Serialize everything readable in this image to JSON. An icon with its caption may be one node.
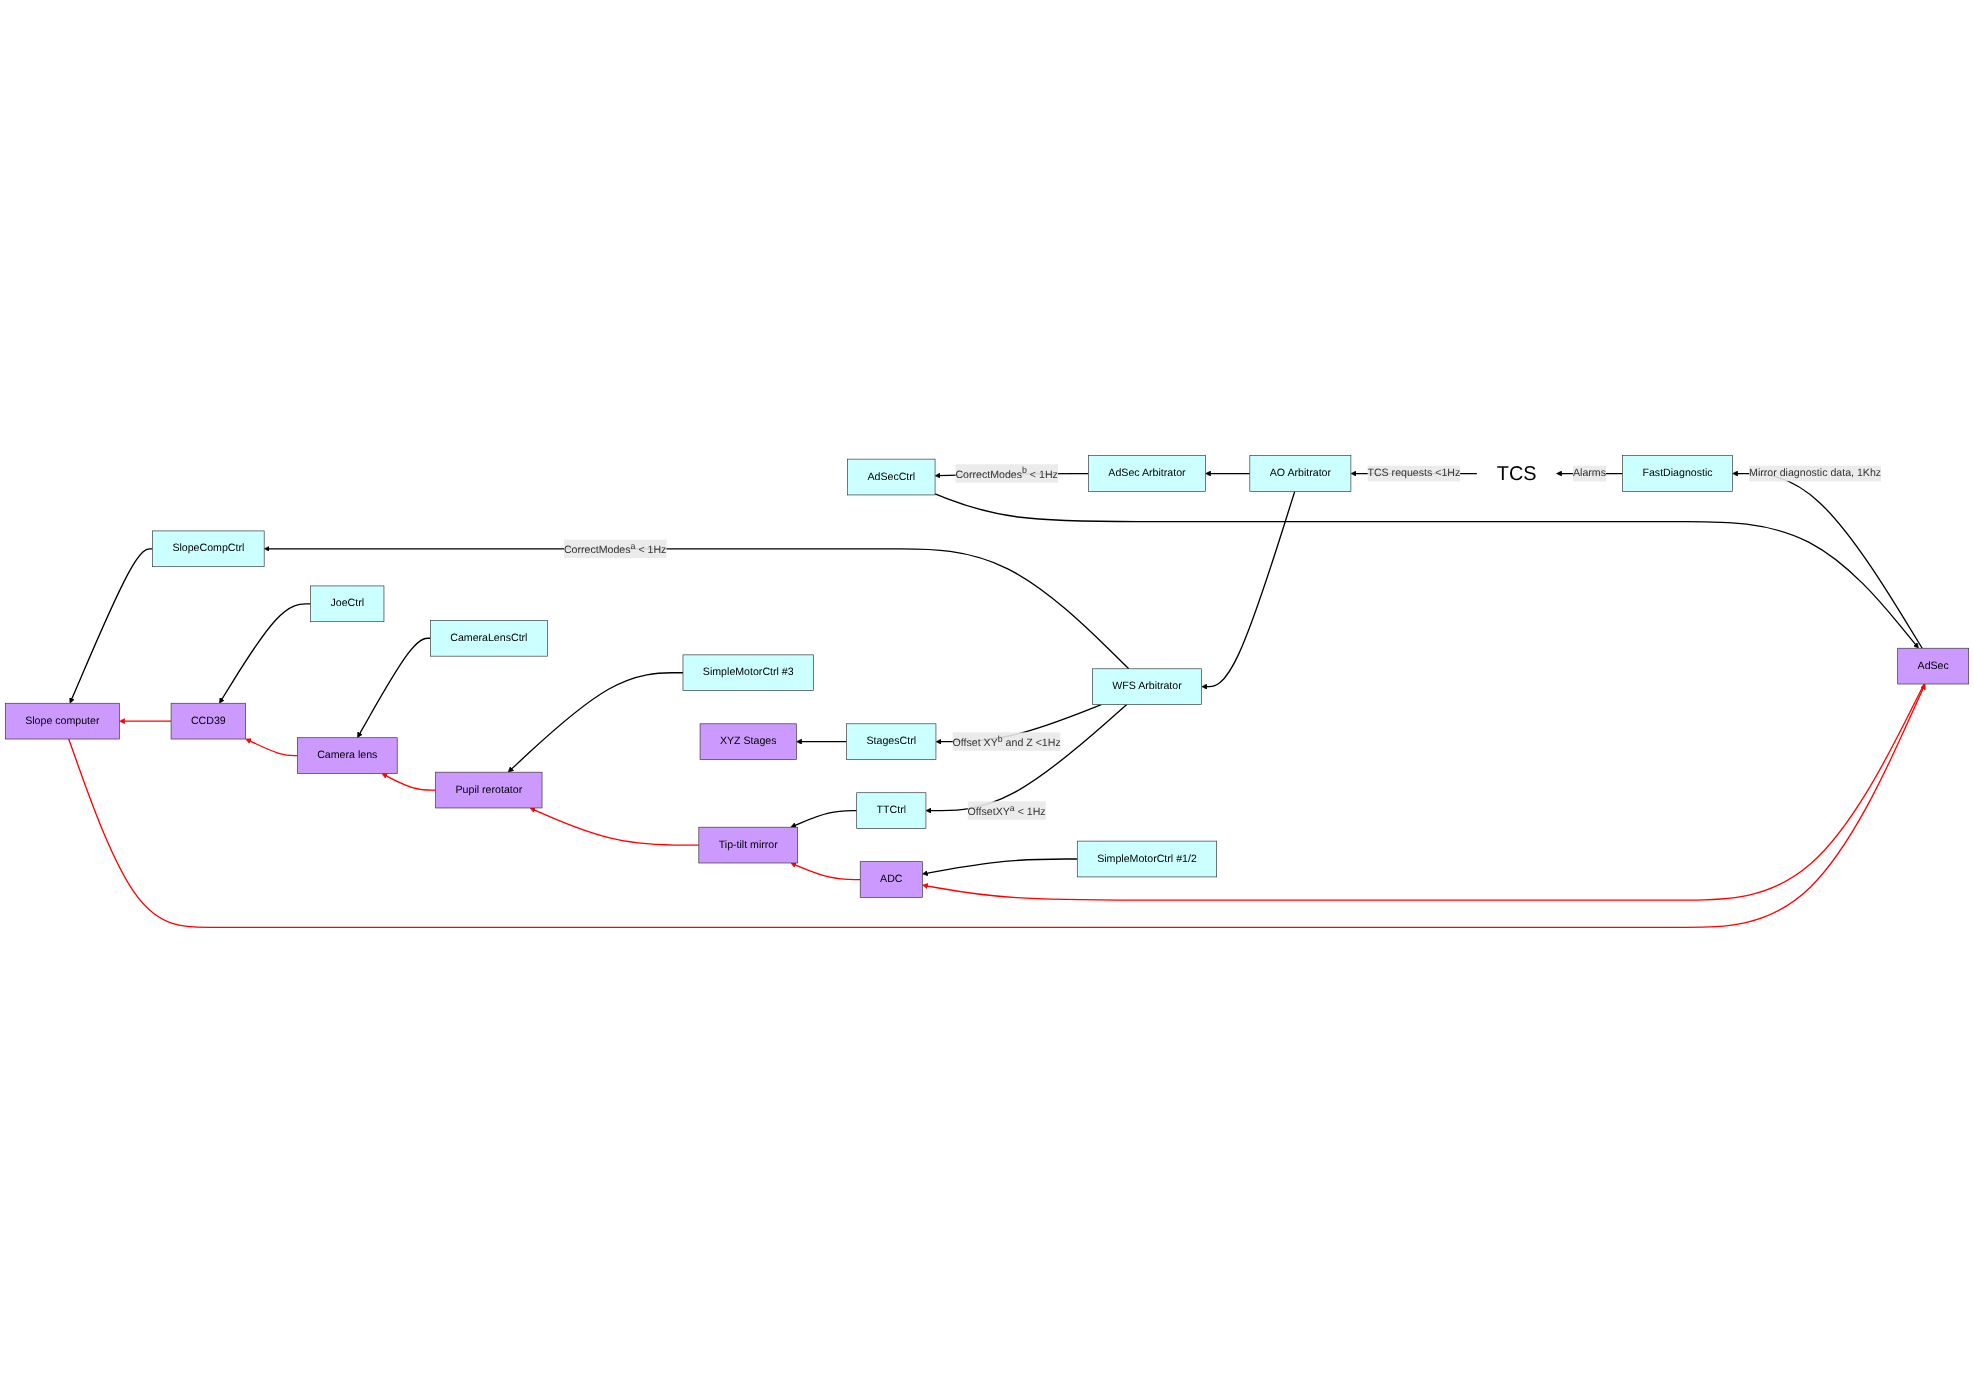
{
  "diagram": {
    "nodes": [
      {
        "text": [
          "AdSec"
        ]
      },
      {
        "text": [
          "AdSecCtrl"
        ]
      },
      {
        "text": [
          "FastDiagnostic"
        ]
      },
      {
        "text": [
          "AdSec Arbitrator"
        ]
      },
      {
        "text": [
          "ADC"
        ]
      },
      {
        "text": [
          "SimpleMotorCtrl #1/2"
        ]
      },
      {
        "text": [
          "Tip-tilt mirror"
        ]
      },
      {
        "text": [
          "TTCtrl"
        ]
      },
      {
        "text": [
          "AO Arbitrator"
        ]
      },
      {
        "text": [
          "Pupil rerotator"
        ]
      },
      {
        "text": [
          "SimpleMotorCtrl #3"
        ]
      },
      {
        "text": [
          "Camera lens"
        ]
      },
      {
        "text": [
          "CameraLensCtrl"
        ]
      },
      {
        "text": [
          "WFS Arbitrator"
        ]
      },
      {
        "text": [
          "CCD39"
        ]
      },
      {
        "text": [
          "JoeCtrl"
        ]
      },
      {
        "text": [
          "Slope computer"
        ]
      },
      {
        "text": [
          "SlopeCompCtrl"
        ]
      },
      {
        "text": [
          "XYZ Stages"
        ]
      },
      {
        "text": [
          "StagesCtrl"
        ]
      },
      {
        "text": [
          "TCS"
        ]
      }
    ],
    "edges": [
      {
        "from": 0,
        "to": 2,
        "arrow": "to",
        "label": "Mirror diagnostic data, 1Khz"
      },
      {
        "from": 2,
        "to": 20,
        "arrow": "to",
        "label": "Alarms"
      },
      {
        "from": 1,
        "to": 0,
        "arrow": "to"
      },
      {
        "from": 3,
        "to": 1,
        "arrow": "to",
        "label": "CorrectModes$^{b}$ < 1Hz"
      },
      {
        "from": 8,
        "to": 3,
        "arrow": "to"
      },
      {
        "from": 20,
        "to": 8,
        "arrow": "to",
        "label": "TCS requests <1Hz"
      },
      {
        "from": 8,
        "to": 13,
        "arrow": "to"
      },
      {
        "from": 13,
        "to": 7,
        "arrow": "to",
        "label": "OffsetXY$^{a}$ < 1Hz"
      },
      {
        "from": 13,
        "to": 17,
        "arrow": "to",
        "label": "CorrectModes$^{a}$ < 1Hz"
      },
      {
        "from": 13,
        "to": 19,
        "arrow": "to",
        "label": "Offset XY$^{b}$ and Z <1Hz"
      },
      {
        "from": 5,
        "to": 4,
        "arrow": "to"
      },
      {
        "from": 7,
        "to": 6,
        "arrow": "to"
      },
      {
        "from": 10,
        "to": 9,
        "arrow": "to"
      },
      {
        "from": 12,
        "to": 11,
        "arrow": "to"
      },
      {
        "from": 15,
        "to": 14,
        "arrow": "to"
      },
      {
        "from": 17,
        "to": 16,
        "arrow": "to"
      },
      {
        "from": 19,
        "to": 18,
        "arrow": "to"
      },
      {
        "from": 0,
        "to": 4,
        "arrow": "to",
        "color": "#ff0000"
      },
      {
        "from": 4,
        "to": 6,
        "arrow": "to",
        "color": "#ff0000"
      },
      {
        "from": 6,
        "to": 9,
        "arrow": "to",
        "color": "#ff0000"
      },
      {
        "from": 9,
        "to": 11,
        "arrow": "to",
        "color": "#ff0000"
      },
      {
        "from": 11,
        "to": 14,
        "arrow": "to",
        "color": "#ff0000"
      },
      {
        "from": 14,
        "to": 16,
        "arrow": "to",
        "color": "#ff0000"
      },
      {
        "from": 16,
        "to": 0,
        "arrow": "to",
        "color": "#ff0000"
      }
    ]
  }
}
